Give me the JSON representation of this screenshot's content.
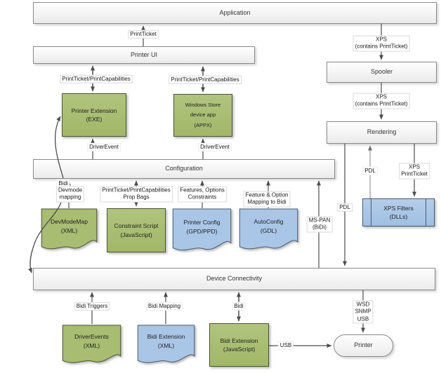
{
  "colors": {
    "shape_green": "#a8bc72",
    "shape_blue": "#a9c6e7",
    "box_fill": "#f2f2f2",
    "box_border": "#8a8a8a",
    "connector": "#4d4d4d"
  },
  "nodes": {
    "application": {
      "label": "Application"
    },
    "printer_ui": {
      "label": "Printer UI"
    },
    "printer_extension": {
      "label": "Printer Extension\n(EXE)"
    },
    "windows_store_app": {
      "label": "Windows Store\ndevice app\n(APPX)"
    },
    "configuration": {
      "label": "Configuration"
    },
    "spooler": {
      "label": "Spooler"
    },
    "rendering": {
      "label": "Rendering"
    },
    "xps_filters": {
      "label": "XPS Filters\n(DLLs)"
    },
    "device_connectivity": {
      "label": "Device Connectivity"
    },
    "devmodemap": {
      "label": "DevModeMap\n(XML)"
    },
    "constraint_script": {
      "label": "Constraint Script\n(JavaScript)"
    },
    "printer_config": {
      "label": "Printer Config\n(GPD/PPD)"
    },
    "autoconfig": {
      "label": "AutoConfig\n(GDL)"
    },
    "driverevents": {
      "label": "DriverEvents\n(XML)"
    },
    "bidi_extension_xml": {
      "label": "Bidi Extension\n(XML)"
    },
    "bidi_extension_js": {
      "label": "Bidi Extension\n(JavaScript)"
    },
    "printer": {
      "label": "Printer"
    }
  },
  "connector_labels": {
    "printticket": "PrintTicket",
    "ptpc_left": "PrintTicket/PrintCapabilities",
    "ptpc_right": "PrintTicket/PrintCapabilities",
    "driverevent_left": "DriverEvent",
    "driverevent_right": "DriverEvent",
    "xps_contains_1": "XPS\n(contains PrintTicket)",
    "xps_contains_2": "XPS\n(contains PrintTicket)",
    "bidi_side": "Bidi",
    "devmode_mapping": "Devmode\nmapping",
    "ptpc_prop_bags": "PrintTicket/PrintCapabilities\nProp Bags",
    "features_options": "Features, Options\nConstraints",
    "feature_option_bidi": "Feature & Option\nMapping to Bidi",
    "ms_pan": "MS-PAN\n(BiDi)",
    "pdl_left": "PDL",
    "pdl_right": "PDL",
    "xps_printticket": "XPS\nPrintTicket",
    "bidi_triggers": "Bidi Triggers",
    "bidi_mapping": "Bidi Mapping",
    "bidi_bottom": "Bidi",
    "wsd_snmp_usb": "WSD\nSNMP\nUSB",
    "usb": "USB"
  }
}
